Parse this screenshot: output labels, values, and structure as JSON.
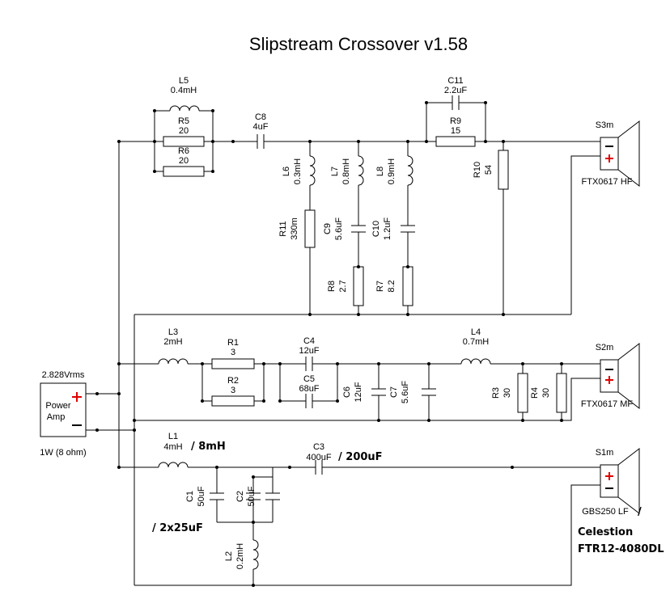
{
  "title": "Slipstream Crossover v1.58",
  "amp": {
    "voltage": "2.828Vrms",
    "name_line1": "Power",
    "name_line2": "Amp",
    "power": "1W (8 ohm)"
  },
  "components": {
    "L5": {
      "name": "L5",
      "value": "0.4mH"
    },
    "R5": {
      "name": "R5",
      "value": "20"
    },
    "R6": {
      "name": "R6",
      "value": "20"
    },
    "C8": {
      "name": "C8",
      "value": "4uF"
    },
    "C11": {
      "name": "C11",
      "value": "2.2uF"
    },
    "R9": {
      "name": "R9",
      "value": "15"
    },
    "L6": {
      "name": "L6",
      "value": "0.3mH"
    },
    "L7": {
      "name": "L7",
      "value": "0.8mH"
    },
    "L8": {
      "name": "L8",
      "value": "0.9mH"
    },
    "R10": {
      "name": "R10",
      "value": "54"
    },
    "R11": {
      "name": "R11",
      "value": "330m"
    },
    "C9": {
      "name": "C9",
      "value": "5.6uF"
    },
    "C10": {
      "name": "C10",
      "value": "1.2uF"
    },
    "R8": {
      "name": "R8",
      "value": "2.7"
    },
    "R7": {
      "name": "R7",
      "value": "8.2"
    },
    "L3": {
      "name": "L3",
      "value": "2mH"
    },
    "R1": {
      "name": "R1",
      "value": "3"
    },
    "R2": {
      "name": "R2",
      "value": "3"
    },
    "C4": {
      "name": "C4",
      "value": "12uF"
    },
    "C5": {
      "name": "C5",
      "value": "68uF"
    },
    "C6": {
      "name": "C6",
      "value": "12uF"
    },
    "C7": {
      "name": "C7",
      "value": "5.6uF"
    },
    "L4": {
      "name": "L4",
      "value": "0.7mH"
    },
    "R3": {
      "name": "R3",
      "value": "30"
    },
    "R4": {
      "name": "R4",
      "value": "30"
    },
    "L1": {
      "name": "L1",
      "value": "4mH"
    },
    "C3": {
      "name": "C3",
      "value": "400uF"
    },
    "C1": {
      "name": "C1",
      "value": "50uF"
    },
    "C2": {
      "name": "C2",
      "value": "50uF"
    },
    "L2": {
      "name": "L2",
      "value": "0.2mH"
    }
  },
  "annotations": {
    "L1_alt": "/ 8mH",
    "C3_alt": "/ 200uF",
    "C12_alt": "/ 2x25uF",
    "S1_alt_slash": "/",
    "S1_alt_line1": "Celestion",
    "S1_alt_line2": "FTR12-4080DL"
  },
  "speakers": {
    "S3": {
      "name": "S3m",
      "model": "FTX0617 HF"
    },
    "S2": {
      "name": "S2m",
      "model": "FTX0617 MF"
    },
    "S1": {
      "name": "S1m",
      "model": "GBS250 LF"
    }
  }
}
